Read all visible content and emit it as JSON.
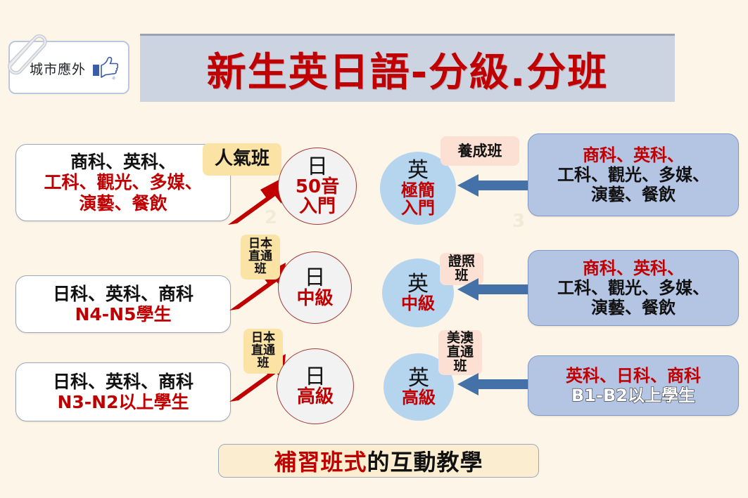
{
  "page": {
    "background_color": "#fdf6e8",
    "title": "新生英日語-分級.分班"
  },
  "logo": {
    "text": "城市應外",
    "thumb_icon": "thumbs-up-icon",
    "clip_icon": "paperclip-icon"
  },
  "colors": {
    "title_red": "#c00000",
    "banner_blue_gray": "#ccd4e2",
    "box_blue": "#b4c5e4",
    "circle_blue": "#b5d4ee",
    "circle_gray": "#f2f2f2",
    "tag_yellow": "#fbe3a6",
    "tag_pink": "#fbe0d3",
    "arrow_red": "#c00000",
    "arrow_blue": "#4472a8",
    "footer_cream": "#fbeed0"
  },
  "japanese_track": {
    "rows": [
      {
        "source_box": {
          "lines": [
            {
              "text": "商科、英科、",
              "color": "black"
            },
            {
              "text": "工科、觀光、多媒、",
              "color": "red"
            },
            {
              "text": "演藝、餐飲",
              "color": "red"
            }
          ]
        },
        "tag": {
          "lines": [
            "人氣班"
          ],
          "style": "yellow"
        },
        "circle": {
          "top": "日",
          "sub_lines": [
            "50音",
            "入門"
          ],
          "style": "japanese"
        },
        "arrow": "red-diagonal-arrow"
      },
      {
        "source_box": {
          "lines": [
            {
              "text": "日科、英科、商科",
              "color": "black"
            },
            {
              "text": "N4-N5學生",
              "color": "red"
            }
          ]
        },
        "tag": {
          "lines": [
            "日本",
            "直通",
            "班"
          ],
          "style": "yellow"
        },
        "circle": {
          "top": "日",
          "sub_lines": [
            "中級"
          ],
          "style": "japanese"
        },
        "arrow": "red-diagonal-arrow"
      },
      {
        "source_box": {
          "lines": [
            {
              "text": "日科、英科、商科",
              "color": "black"
            },
            {
              "text": "N3-N2以上學生",
              "color": "red"
            }
          ]
        },
        "tag": {
          "lines": [
            "日本",
            "直通",
            "班"
          ],
          "style": "yellow"
        },
        "circle": {
          "top": "日",
          "sub_lines": [
            "高級"
          ],
          "style": "japanese"
        },
        "arrow": "red-diagonal-arrow"
      }
    ]
  },
  "english_track": {
    "rows": [
      {
        "circle": {
          "top": "英",
          "sub_lines": [
            "極簡",
            "入門"
          ],
          "style": "english"
        },
        "tag": {
          "lines": [
            "養成班"
          ],
          "style": "pink"
        },
        "arrow": "blue-left-arrow",
        "source_box": {
          "lines": [
            {
              "text": "商科、英科、",
              "color": "red"
            },
            {
              "text": "工科、觀光、多媒、",
              "color": "black"
            },
            {
              "text": "演藝、餐飲",
              "color": "black"
            }
          ]
        }
      },
      {
        "circle": {
          "top": "英",
          "sub_lines": [
            "中級"
          ],
          "style": "english"
        },
        "tag": {
          "lines": [
            "證照",
            "班"
          ],
          "style": "pink"
        },
        "arrow": "blue-left-arrow",
        "source_box": {
          "lines": [
            {
              "text": "商科、英科、",
              "color": "red"
            },
            {
              "text": "工科、觀光、多媒、",
              "color": "black"
            },
            {
              "text": "演藝、餐飲",
              "color": "black"
            }
          ]
        }
      },
      {
        "circle": {
          "top": "英",
          "sub_lines": [
            "高級"
          ],
          "style": "english"
        },
        "tag": {
          "lines": [
            "美澳",
            "直通",
            "班"
          ],
          "style": "pink"
        },
        "arrow": "blue-left-arrow",
        "source_box": {
          "lines": [
            {
              "text": "英科、日科、商科",
              "color": "red"
            },
            {
              "text": "B1-B2以上學生",
              "color": "white-outline"
            }
          ]
        }
      }
    ]
  },
  "footer": {
    "highlight": "補習班式",
    "rest": "的互動教學"
  },
  "watermarks": [
    "2",
    "3"
  ]
}
